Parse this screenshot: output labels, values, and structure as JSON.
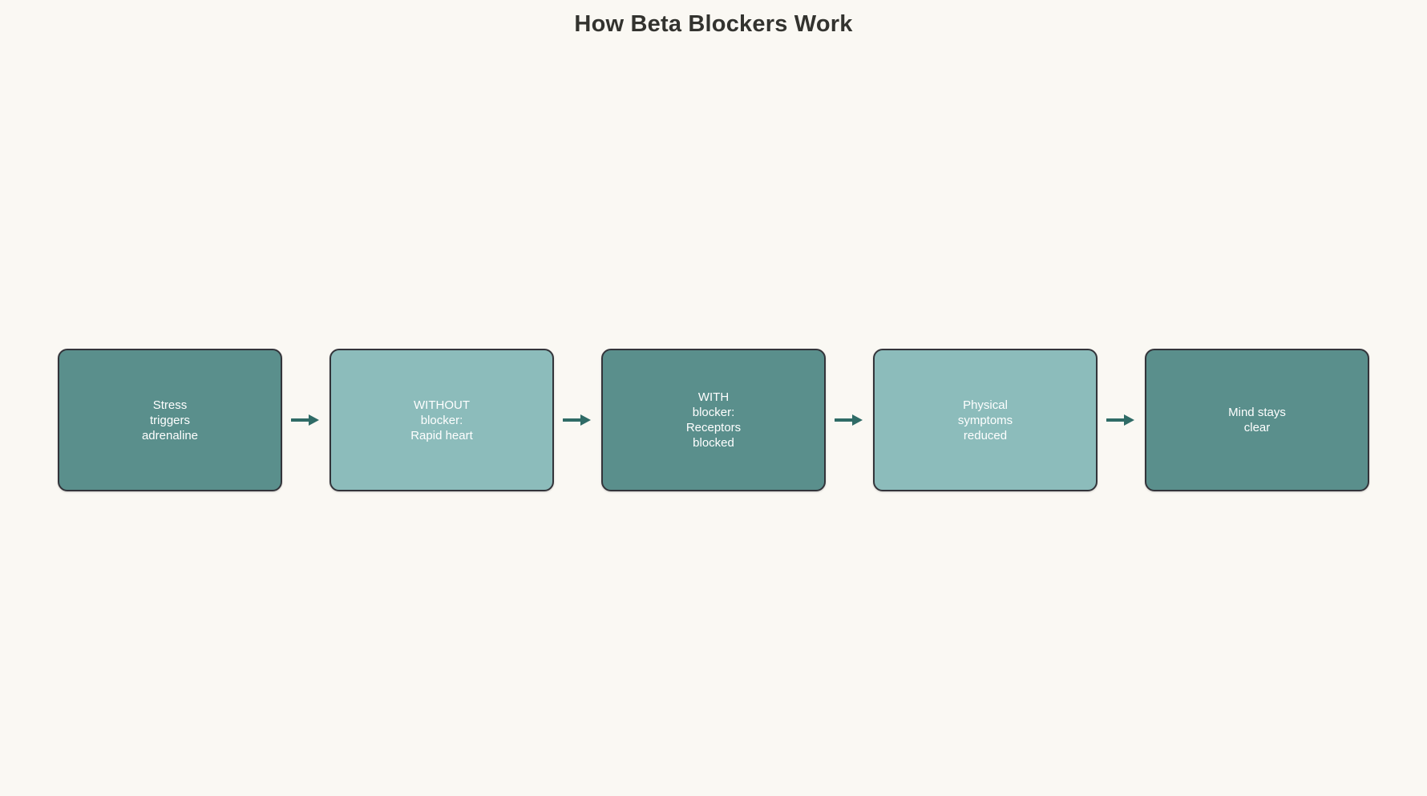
{
  "page": {
    "background_color": "#faf8f3",
    "title": "How Beta Blockers Work"
  },
  "theme": {
    "node_border_color": "#33343a",
    "node_dark_fill": "#5a8f8c",
    "node_light_fill": "#8cbcbb",
    "node_text_color": "#ffffff",
    "arrow_color": "#2f6b66",
    "title_color": "#33332f"
  },
  "flow": {
    "direction": "left-to-right",
    "arrow_icon": "arrow-right-icon",
    "nodes": [
      {
        "id": "stress",
        "label": "Stress\ntriggers\nadrenaline",
        "tone": "dark"
      },
      {
        "id": "without-blocker",
        "label": "WITHOUT\nblocker:\nRapid heart",
        "tone": "light"
      },
      {
        "id": "with-blocker",
        "label": "WITH\nblocker:\nReceptors\nblocked",
        "tone": "dark"
      },
      {
        "id": "symptoms-reduced",
        "label": "Physical\nsymptoms\nreduced",
        "tone": "light"
      },
      {
        "id": "mind-clear",
        "label": "Mind stays\nclear",
        "tone": "dark"
      }
    ],
    "arrows": [
      {
        "from": "stress",
        "to": "without-blocker"
      },
      {
        "from": "without-blocker",
        "to": "with-blocker"
      },
      {
        "from": "with-blocker",
        "to": "symptoms-reduced"
      },
      {
        "from": "symptoms-reduced",
        "to": "mind-clear"
      }
    ]
  }
}
